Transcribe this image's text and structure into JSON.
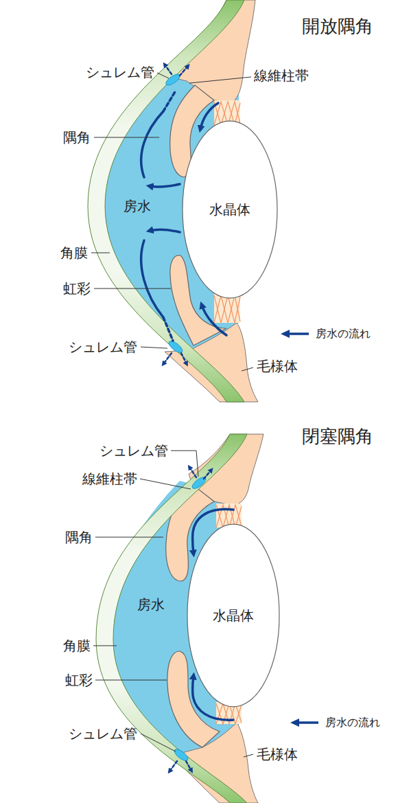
{
  "diagram": {
    "nodes": [
      {
        "text": [
          "水晶体"
        ]
      },
      {
        "text": [
          "水晶体"
        ]
      }
    ],
    "labels": [
      "開放隅角",
      "シュレム管",
      "線維柱帯",
      "隅角",
      "房水",
      "角膜",
      "虹彩",
      "シュレム管",
      "毛様体",
      "閉塞隅角",
      "シュレム管",
      "線維柱帯",
      "隅角",
      "房水",
      "角膜",
      "虹彩",
      "シュレム管",
      "毛様体"
    ],
    "legend": [
      {
        "text": "房水の流れ"
      },
      {
        "text": "房水の流れ"
      }
    ]
  }
}
